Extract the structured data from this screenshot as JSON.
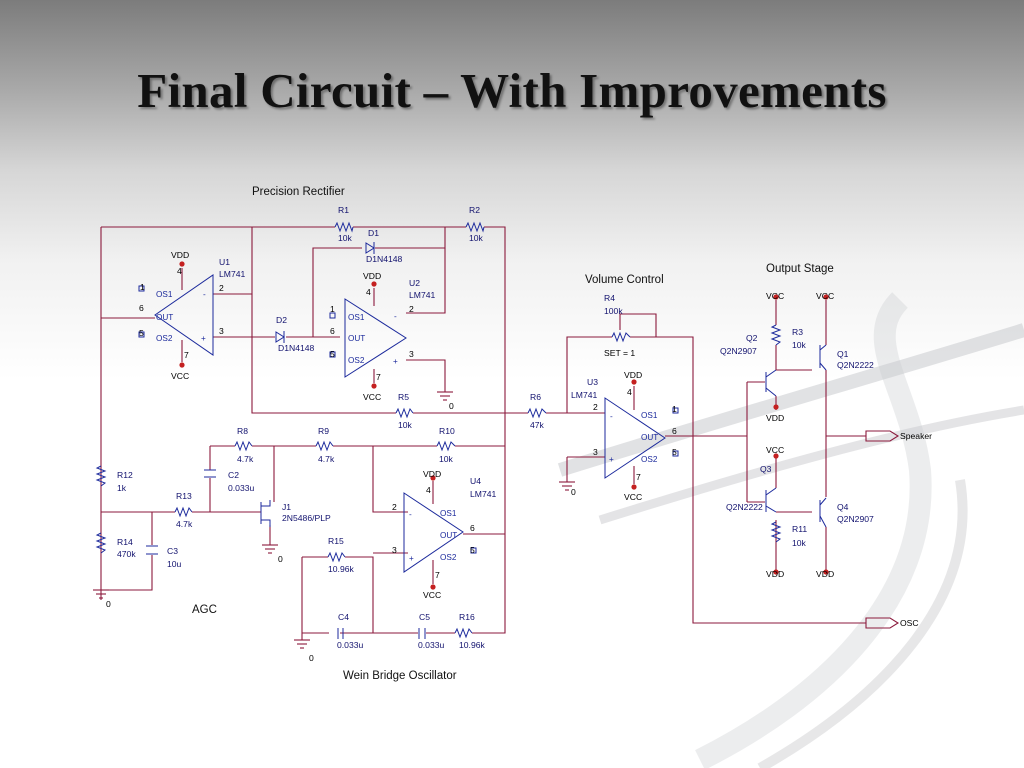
{
  "slide": {
    "title": "Final Circuit – With Improvements"
  },
  "sections": {
    "precision_rectifier": "Precision Rectifier",
    "volume_control": "Volume Control",
    "output_stage": "Output Stage",
    "agc": "AGC",
    "wein_bridge": "Wein Bridge Oscillator"
  },
  "components": {
    "R1": {
      "ref": "R1",
      "value": "10k"
    },
    "R2": {
      "ref": "R2",
      "value": "10k"
    },
    "D1": {
      "ref": "D1",
      "value": "D1N4148"
    },
    "D2": {
      "ref": "D2",
      "value": "D1N4148"
    },
    "U1": {
      "ref": "U1",
      "value": "LM741"
    },
    "U2": {
      "ref": "U2",
      "value": "LM741"
    },
    "U3": {
      "ref": "U3",
      "value": "LM741"
    },
    "U4": {
      "ref": "U4",
      "value": "LM741"
    },
    "R4": {
      "ref": "R4",
      "value": "100k",
      "set": "SET = 1"
    },
    "R5": {
      "ref": "R5",
      "value": "10k"
    },
    "R6": {
      "ref": "R6",
      "value": "47k"
    },
    "R8": {
      "ref": "R8",
      "value": "4.7k"
    },
    "R9": {
      "ref": "R9",
      "value": "4.7k"
    },
    "R10": {
      "ref": "R10",
      "value": "10k"
    },
    "R12": {
      "ref": "R12",
      "value": "1k"
    },
    "R13": {
      "ref": "R13",
      "value": "4.7k"
    },
    "R14": {
      "ref": "R14",
      "value": "470k"
    },
    "R15": {
      "ref": "R15",
      "value": "10.96k"
    },
    "R16": {
      "ref": "R16",
      "value": "10.96k"
    },
    "C2": {
      "ref": "C2",
      "value": "0.033u"
    },
    "C3": {
      "ref": "C3",
      "value": "10u"
    },
    "C4": {
      "ref": "C4",
      "value": "0.033u"
    },
    "C5": {
      "ref": "C5",
      "value": "0.033u"
    },
    "J1": {
      "ref": "J1",
      "value": "2N5486/PLP"
    },
    "R3": {
      "ref": "R3",
      "value": "10k"
    },
    "R11": {
      "ref": "R11",
      "value": "10k"
    },
    "Q1": {
      "ref": "Q1",
      "value": "Q2N2222"
    },
    "Q2": {
      "ref": "Q2",
      "value": "Q2N2907"
    },
    "Q3": {
      "ref": "Q3",
      "value": "Q2N2222"
    },
    "Q4": {
      "ref": "Q4",
      "value": "Q2N2907"
    }
  },
  "pins": {
    "os1": "OS1",
    "os2": "OS2",
    "out": "OUT",
    "plus": "+",
    "minus": "-",
    "p1": "1",
    "p2": "2",
    "p3": "3",
    "p4": "4",
    "p5": "5",
    "p6": "6",
    "p7": "7"
  },
  "nets": {
    "vcc": "VCC",
    "vdd": "VDD",
    "gnd": "0"
  },
  "ports": {
    "speaker": "Speaker",
    "osc": "OSC"
  }
}
